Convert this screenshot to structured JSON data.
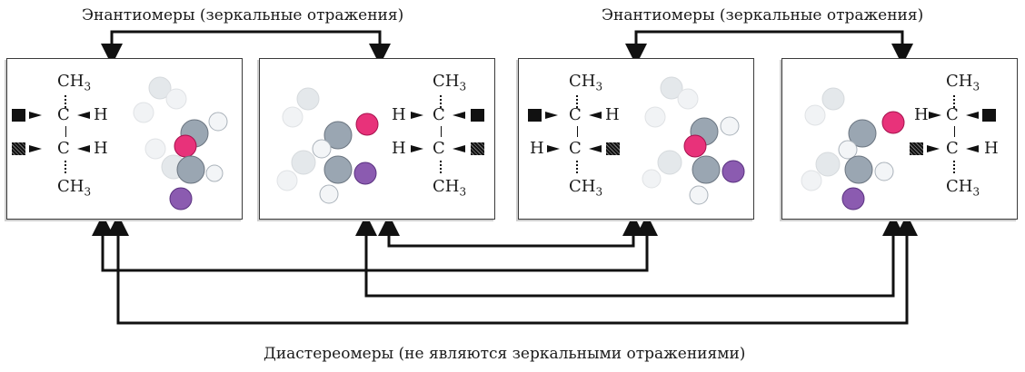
{
  "labels": {
    "enantiomers_left": "Энантиомеры (зеркальные отражения)",
    "enantiomers_right": "Энантиомеры (зеркальные отражения)",
    "diastereomers": "Диастереомеры (не являются зеркальными отражениями)"
  },
  "formula": {
    "ch3_main": "CH",
    "ch3_sub": "3",
    "carbon": "C",
    "hydrogen": "H"
  },
  "colors": {
    "oxygen_ball": "#e8327a",
    "halogen_ball": "#8b5bb0",
    "carbon_ball": "#9aa6b2",
    "hydrogen_ball": "#e6eaee"
  }
}
